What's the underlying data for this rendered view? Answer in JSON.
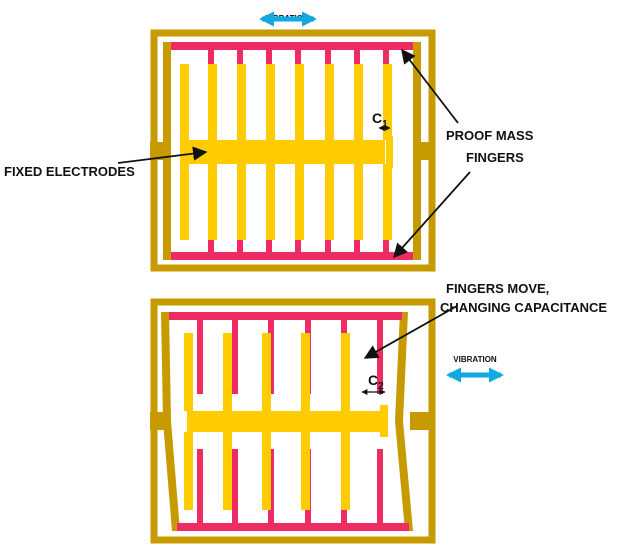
{
  "colors": {
    "frame": "#C79A00",
    "electrode": "#FFCC00",
    "proof_mass": "#EE2B63",
    "arrow_blue": "#12A8E0",
    "leader": "#111111"
  },
  "labels": {
    "vibration_top": "VIBRATION",
    "vibration_right": "VIBRATION",
    "fixed_electrodes": "FIXED ELECTRODES",
    "proof_mass_line1": "PROOF MASS",
    "proof_mass_line2": "FINGERS",
    "fingers_move_line1": "FINGERS MOVE,",
    "fingers_move_line2": "CHANGING CAPACITANCE",
    "c1_main": "C",
    "c1_sub": "1",
    "c2_main": "C",
    "c2_sub": "2"
  },
  "icons": {
    "vibration_arrow": "double-headed-horizontal-arrow-icon"
  }
}
